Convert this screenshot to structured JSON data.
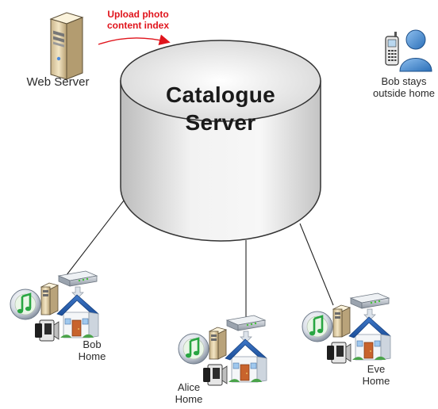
{
  "web_server": {
    "label": "Web Server"
  },
  "upload_note": {
    "line1": "Upload photo",
    "line2": "content index"
  },
  "catalogue_server": {
    "line1": "Catalogue",
    "line2": "Server"
  },
  "bob_outside": {
    "line1": "Bob stays",
    "line2": "outside home"
  },
  "homes": {
    "bob": {
      "line1": "Bob",
      "line2": "Home"
    },
    "alice": {
      "line1": "Alice",
      "line2": "Home"
    },
    "eve": {
      "line1": "Eve",
      "line2": "Home"
    }
  },
  "colors": {
    "arrow": "#e0141c",
    "connector": "#222222",
    "cylinder_fill": "#e6e6e6",
    "cylinder_stroke": "#333333"
  }
}
